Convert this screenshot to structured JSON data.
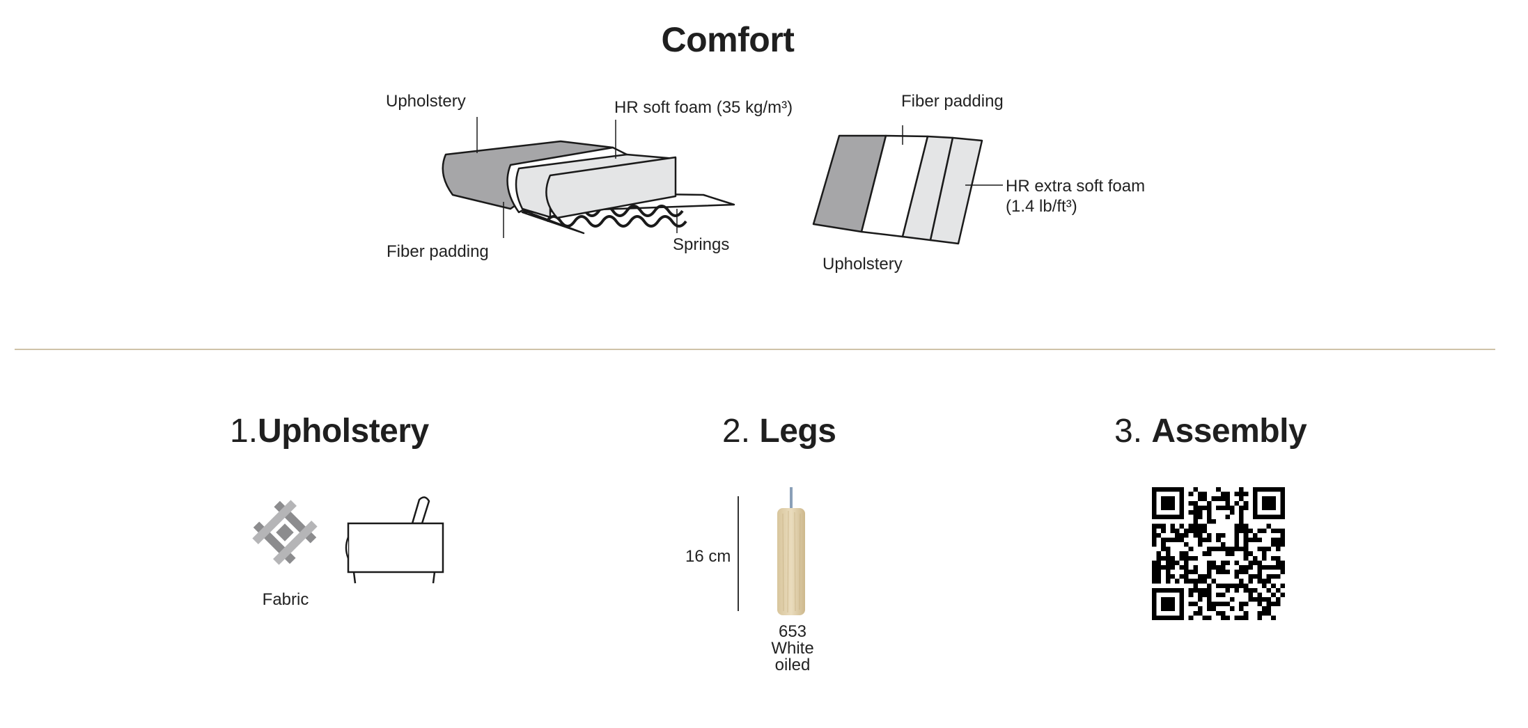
{
  "comfort": {
    "title": "Comfort",
    "seat_diagram": {
      "labels": {
        "upholstery": "Upholstery",
        "hr_soft_foam": "HR soft foam (35 kg/m³)",
        "fiber_padding": "Fiber padding",
        "springs": "Springs"
      }
    },
    "back_diagram": {
      "labels": {
        "fiber_padding": "Fiber padding",
        "hr_extra_soft_foam_line1": "HR extra soft foam",
        "hr_extra_soft_foam_line2": "(1.4 lb/ft³)",
        "upholstery": "Upholstery"
      }
    }
  },
  "sections": {
    "upholstery": {
      "number": "1.",
      "title": "Upholstery",
      "material": "Fabric"
    },
    "legs": {
      "number": "2.",
      "title": "Legs",
      "height": "16 cm",
      "code": "653",
      "finish_line1": "White",
      "finish_line2": "oiled"
    },
    "assembly": {
      "number": "3.",
      "title": "Assembly",
      "qr_icon": "qr-code"
    }
  },
  "colors": {
    "divider": "#cfc3a8",
    "upholstery_gray": "#a6a6a8",
    "foam_gray": "#e4e5e6",
    "wood": "#e3d3b0"
  }
}
